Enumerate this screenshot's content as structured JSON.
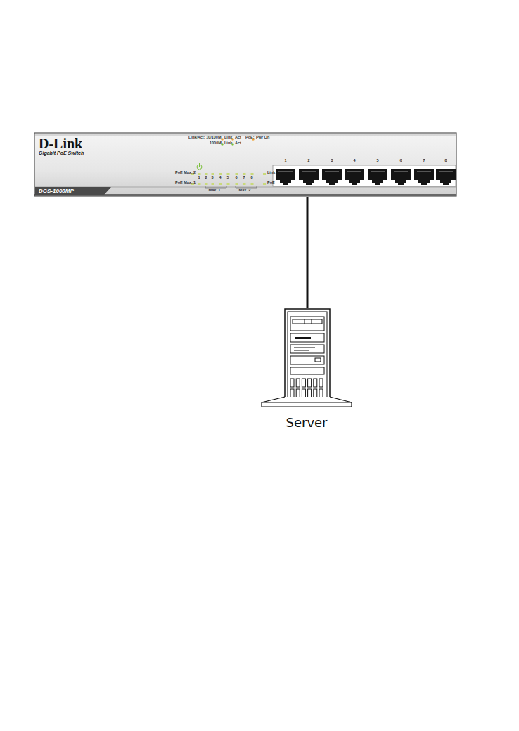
{
  "diagram": {
    "nodes": [
      {
        "text": [
          "D-Link",
          "Gigabit PoE Switch",
          "DGS-1008MP"
        ]
      },
      {
        "text": [
          "Server"
        ]
      }
    ],
    "edges": [
      {
        "from": 0,
        "to": 1,
        "arrow": "none"
      }
    ],
    "labels": [
      "Link/Act: 10/100M",
      "Link",
      "Act",
      "PoE:",
      "Pwr On",
      "1000M",
      "Link",
      "Act",
      "PoE Max. 2",
      "PoE Max. 1",
      "1",
      "2",
      "3",
      "4",
      "5",
      "6",
      "7",
      "8",
      "Link",
      "PoE",
      "Max. 1",
      "Max. 2",
      "1",
      "2",
      "3",
      "4",
      "5",
      "6",
      "7",
      "8"
    ]
  }
}
